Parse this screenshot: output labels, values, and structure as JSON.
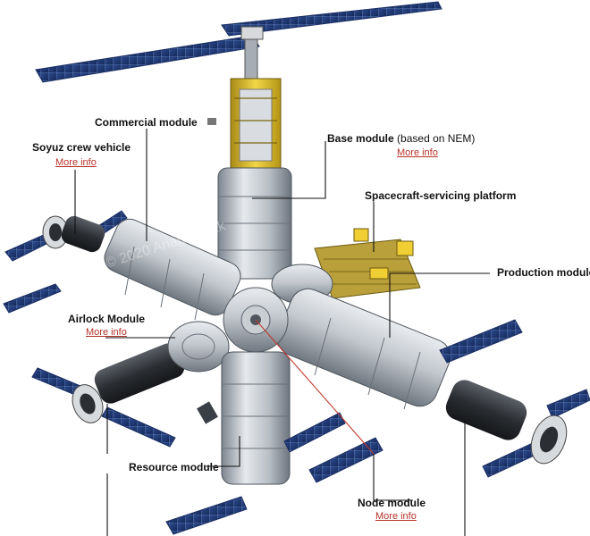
{
  "labels": {
    "commercial": "Commercial module",
    "soyuz": "Soyuz crew vehicle",
    "base": "Base module",
    "base_note": "(based on NEM)",
    "servicing": "Spacecraft-servicing platform",
    "production": "Production module",
    "airlock": "Airlock Module",
    "resource": "Resource module",
    "node": "Node module"
  },
  "links": {
    "more_info": "More info"
  },
  "watermark": "© 2020 Anatoly Zak"
}
